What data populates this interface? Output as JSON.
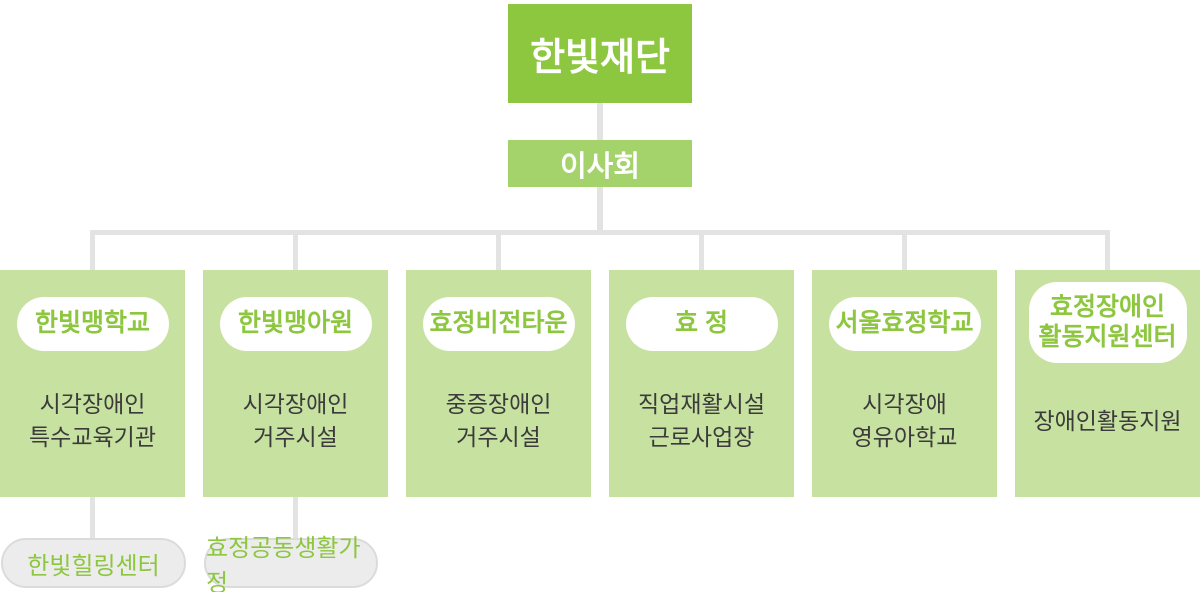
{
  "root": {
    "label": "한빛재단"
  },
  "board": {
    "label": "이사회"
  },
  "units": [
    {
      "title": "한빛맹학교",
      "subtitle": "시각장애인\n특수교육기관"
    },
    {
      "title": "한빛맹아원",
      "subtitle": "시각장애인\n거주시설"
    },
    {
      "title": "효정비전타운",
      "subtitle": "중증장애인\n거주시설"
    },
    {
      "title": "효 정",
      "subtitle": "직업재활시설\n근로사업장"
    },
    {
      "title": "서울효정학교",
      "subtitle": "시각장애\n영유아학교"
    },
    {
      "title": "효정장애인\n활동지원센터",
      "subtitle": "장애인활동지원"
    }
  ],
  "sub_units": [
    {
      "label": "한빛힐링센터"
    },
    {
      "label": "효정공동생활가정"
    }
  ],
  "colors": {
    "brand_green": "#8DC63F",
    "board_green": "#A5D36B",
    "unit_green": "#C6E1A0",
    "connector_gray": "#E3E3E3",
    "sub_pill_gray": "#ECECEC",
    "sub_pill_border": "#DBDBDB",
    "text_dark": "#3B3B3B",
    "text_white": "#FFFFFF"
  }
}
